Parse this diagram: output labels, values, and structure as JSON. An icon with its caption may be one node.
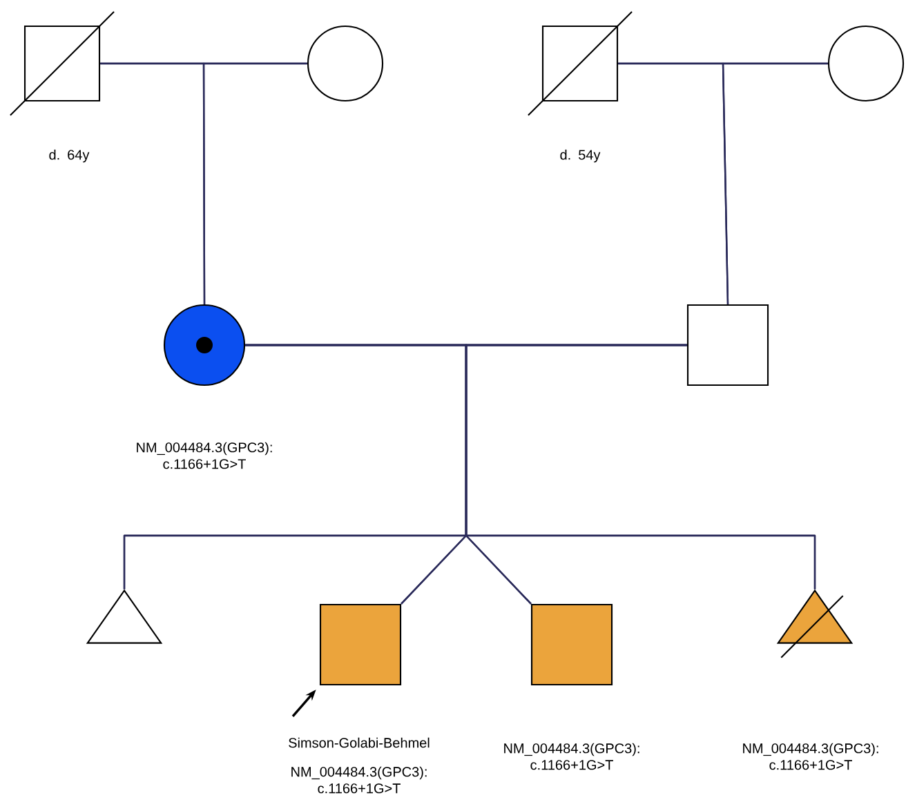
{
  "diagram": {
    "nodes": [
      {
        "text": [],
        "shape": "box",
        "beside": [
          "d. 64y"
        ]
      },
      {
        "text": [],
        "shape": "circle"
      },
      {
        "text": [],
        "shape": "box",
        "beside": [
          "d. 54y"
        ]
      },
      {
        "text": [],
        "shape": "circle"
      },
      {
        "text": [],
        "shape": "circle"
      },
      {
        "text": [],
        "shape": "box"
      },
      {
        "text": [],
        "shape": "triangle"
      },
      {
        "text": [],
        "shape": "box",
        "beside": [
          "Simson-Golabi-Behmel",
          "NM_004484.3(GPC3): c.1166+1G>T"
        ]
      },
      {
        "text": [],
        "shape": "box"
      },
      {
        "text": [],
        "shape": "triangle"
      }
    ],
    "edges": [
      {
        "from": 0,
        "to": 1,
        "arrow": "none"
      },
      {
        "from": 0,
        "to": 4,
        "arrow": "none"
      },
      {
        "from": 1,
        "to": 4,
        "arrow": "none"
      },
      {
        "from": 2,
        "to": 3,
        "arrow": "none"
      },
      {
        "from": 2,
        "to": 5,
        "arrow": "none"
      },
      {
        "from": 3,
        "to": 5,
        "arrow": "none"
      },
      {
        "from": 4,
        "to": 5,
        "arrow": "none"
      },
      {
        "from": 4,
        "to": 6,
        "arrow": "none"
      },
      {
        "from": 5,
        "to": 6,
        "arrow": "none"
      },
      {
        "from": 4,
        "to": 7,
        "arrow": "none"
      },
      {
        "from": 5,
        "to": 7,
        "arrow": "none"
      },
      {
        "from": 4,
        "to": 8,
        "arrow": "none"
      },
      {
        "from": 5,
        "to": 8,
        "arrow": "none"
      },
      {
        "from": 4,
        "to": 9,
        "arrow": "none"
      },
      {
        "from": 5,
        "to": 9,
        "arrow": "none"
      },
      {
        "from": null,
        "to": 7,
        "arrow": "to"
      }
    ],
    "labels": [
      "NM_004484.3(GPC3): c.1166+1G>T",
      "NM_004484.3(GPC3): c.1166+1G>T",
      "NM_004484.3(GPC3): c.1166+1G>T"
    ]
  }
}
